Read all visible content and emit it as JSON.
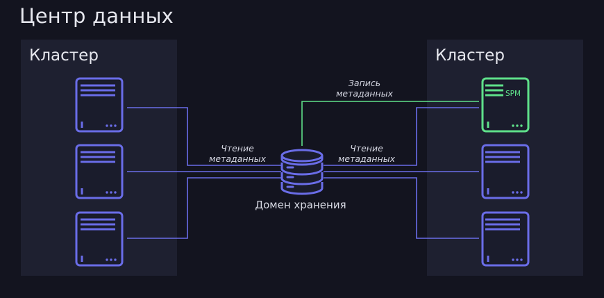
{
  "title": "Центр данных",
  "clusters": [
    {
      "label": "Кластер"
    },
    {
      "label": "Кластер"
    }
  ],
  "storage": {
    "label": "Домен хранения"
  },
  "edges": {
    "left_read": [
      "Чтение",
      "метаданных"
    ],
    "right_read": [
      "Чтение",
      "метаданных"
    ],
    "write": [
      "Запись",
      "метаданных"
    ]
  },
  "spm": {
    "label": "SPM"
  },
  "colors": {
    "line": "#6a6de8",
    "spm": "#5fe08a",
    "background": "#13141f",
    "cluster_bg": "#1e2030",
    "server_fill": "#1a1c2c"
  }
}
